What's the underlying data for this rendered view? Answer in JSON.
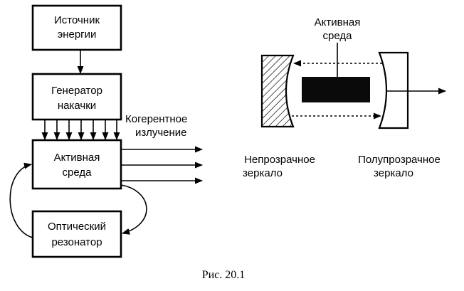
{
  "block_diagram": {
    "energy_source": [
      "Источник",
      "энергии"
    ],
    "pump_generator": [
      "Генератор",
      "накачки"
    ],
    "active_medium": [
      "Активная",
      "среда"
    ],
    "optical_resonator": [
      "Оптический",
      "резонатор"
    ],
    "coherent_radiation": [
      "Когерентное",
      "излучение"
    ]
  },
  "laser_schematic": {
    "active_medium": [
      "Активная",
      "среда"
    ],
    "opaque_mirror": [
      "Непрозрачное",
      "зеркало"
    ],
    "semitransparent_mirror": [
      "Полупрозрачное",
      "зеркало"
    ]
  },
  "caption": "Рис. 20.1"
}
